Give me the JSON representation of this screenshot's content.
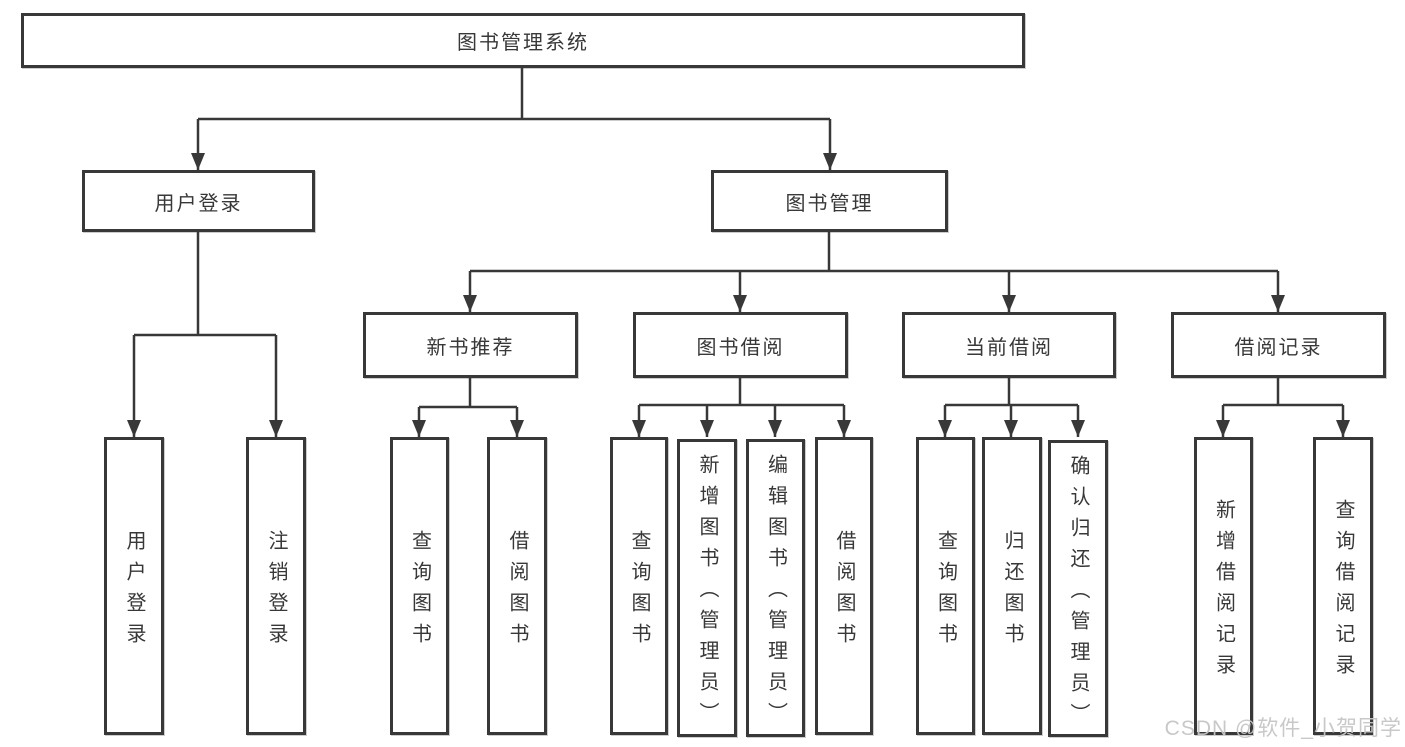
{
  "diagram": {
    "root": {
      "label": "图书管理系统"
    },
    "level2": [
      {
        "label": "用户登录"
      },
      {
        "label": "图书管理"
      }
    ],
    "level3": [
      {
        "label": "新书推荐"
      },
      {
        "label": "图书借阅"
      },
      {
        "label": "当前借阅"
      },
      {
        "label": "借阅记录"
      }
    ],
    "leaves": [
      {
        "label": "用户登录"
      },
      {
        "label": "注销登录"
      },
      {
        "label": "查询图书"
      },
      {
        "label": "借阅图书"
      },
      {
        "label": "查询图书"
      },
      {
        "label": "新增图书（管理员）"
      },
      {
        "label": "编辑图书（管理员）"
      },
      {
        "label": "借阅图书"
      },
      {
        "label": "查询图书"
      },
      {
        "label": "归还图书"
      },
      {
        "label": "确认归还（管理员）"
      },
      {
        "label": "新增借阅记录"
      },
      {
        "label": "查询借阅记录"
      }
    ],
    "colors": {
      "line": "#383838",
      "text": "#383838",
      "watermark": "#c5c5c5",
      "background": "#ffffff"
    },
    "watermark": "CSDN @软件_小贺同学"
  }
}
